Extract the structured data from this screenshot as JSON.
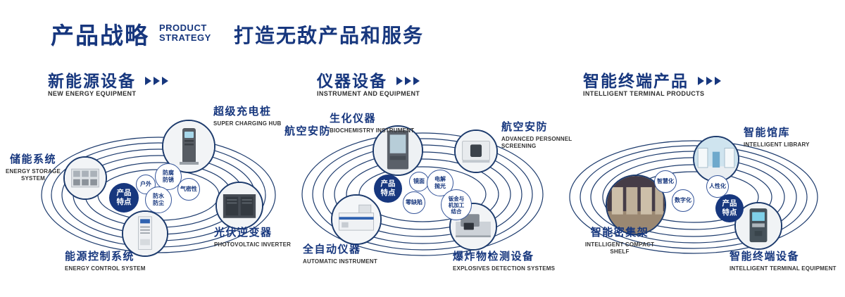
{
  "header": {
    "title": "产品战略",
    "subtitle_line1": "PRODUCT",
    "subtitle_line2": "STRATEGY",
    "tagline": "打造无敌产品和服务"
  },
  "colors": {
    "primary": "#17377E",
    "ring": "#1D3B6D"
  },
  "sections": [
    {
      "title": "新能源设备",
      "subtitle": "NEW ENERGY EQUIPMENT",
      "badge": "产品特点",
      "features": [
        {
          "label": "户外"
        },
        {
          "label": "防腐防锈"
        },
        {
          "label": "气密性"
        },
        {
          "label": "防水防尘"
        }
      ],
      "products": [
        {
          "zh": "超级充电桩",
          "en": "SUPER CHARGING HUB"
        },
        {
          "zh": "储能系统",
          "en": "ENERGY STORAGE SYSTEM"
        },
        {
          "zh": "光伏逆变器",
          "en": "PHOTOVOLTAIC INVERTER"
        },
        {
          "zh": "能源控制系统",
          "en": "ENERGY CONTROL SYSTEM"
        }
      ]
    },
    {
      "title": "仪器设备",
      "subtitle": "INSTRUMENT AND EQUIPMENT",
      "badge": "产品特点",
      "side_label": "航空安防",
      "features": [
        {
          "label": "镜面"
        },
        {
          "label": "电解抛光"
        },
        {
          "label": "零缺陷"
        },
        {
          "label": "钣金与机加工结合"
        }
      ],
      "products": [
        {
          "zh": "生化仪器",
          "en": "BIOCHEMISTRY INSTRUMENT"
        },
        {
          "zh": "航空安防",
          "en": "ADVANCED PERSONNEL SCREENING"
        },
        {
          "zh": "全自动仪器",
          "en": "AUTOMATIC INSTRUMENT"
        },
        {
          "zh": "爆炸物检测设备",
          "en": "EXPLOSIVES DETECTION SYSTEMS"
        }
      ]
    },
    {
      "title": "智能终端产品",
      "subtitle": "INTELLIGENT TERMINAL PRODUCTS",
      "badge": "产品特点",
      "features": [
        {
          "label": "智慧化"
        },
        {
          "label": "人性化"
        },
        {
          "label": "数字化"
        }
      ],
      "products": [
        {
          "zh": "智能馆库",
          "en": "INTELLIGENT LIBRARY"
        },
        {
          "zh": "智能密集架",
          "en": "INTELLIGENT COMPACT SHELF"
        },
        {
          "zh": "智能终端设备",
          "en": "INTELLIGENT TERMINAL EQUIPMENT"
        }
      ]
    }
  ]
}
